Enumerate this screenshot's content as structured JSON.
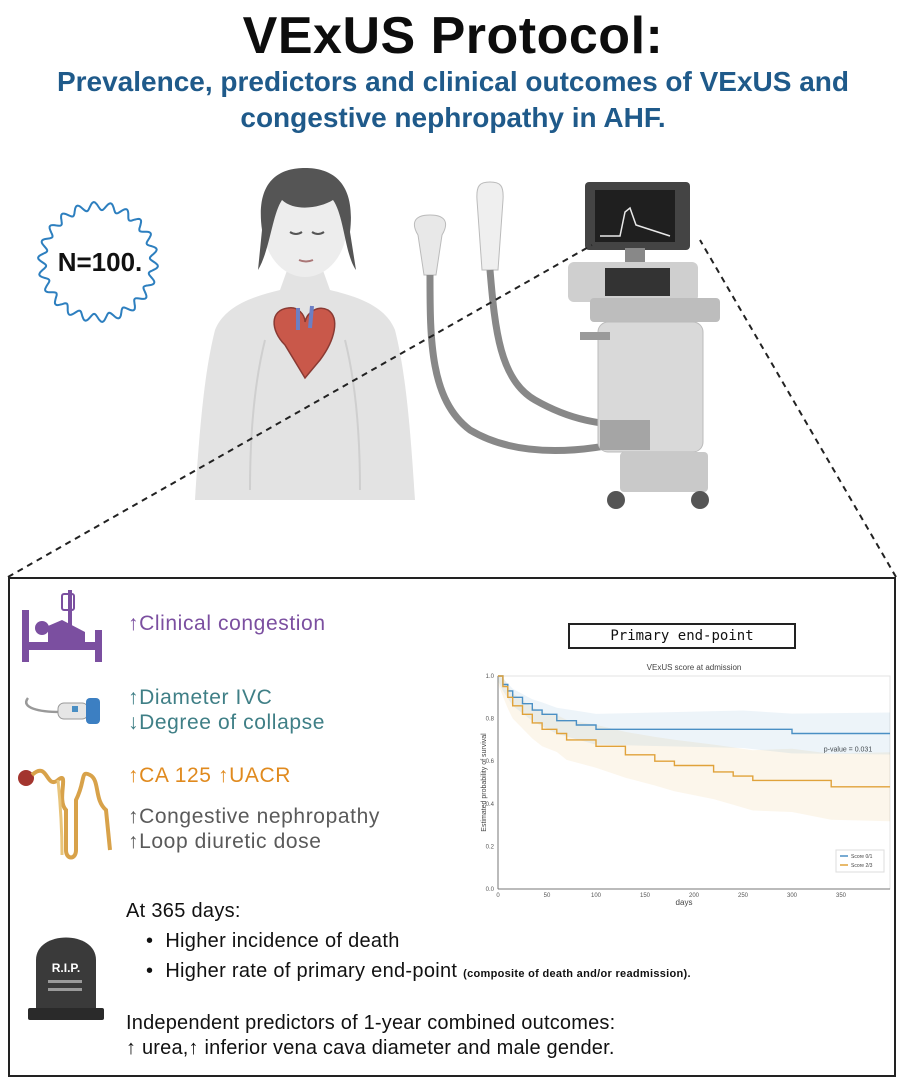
{
  "title": "VExUS Protocol:",
  "subtitle_line1": "Prevalence, predictors and clinical outcomes of VExUS and",
  "subtitle_line2": "congestive nephropathy in AHF.",
  "sample_size": "N=100.",
  "findings": {
    "clinical_congestion": "↑Clinical congestion",
    "diameter_ivc": "↑Diameter IVC",
    "degree_collapse": "↓Degree of collapse",
    "biomarkers": "↑CA 125 ↑UACR",
    "congestive_nephropathy": "↑Congestive nephropathy",
    "loop_diuretic": "↑Loop diuretic dose"
  },
  "outcomes": {
    "heading": "At 365 days:",
    "bullet1": "Higher incidence of death",
    "bullet2_main": "Higher rate of primary end-point ",
    "bullet2_note": "(composite of death and/or readmission).",
    "tombstone_text": "R.I.P."
  },
  "predictors": {
    "line1": "Independent predictors of 1-year combined outcomes:",
    "line2": "↑ urea,↑ inferior vena cava diameter and male gender."
  },
  "chart_label": "Primary end-point",
  "chart_data": {
    "type": "line",
    "title": "VExUS score at admission",
    "xlabel": "days",
    "ylabel": "Estimated probability of survival",
    "xlim": [
      0,
      400
    ],
    "ylim": [
      0.0,
      1.0
    ],
    "xticks": [
      0,
      50,
      100,
      150,
      200,
      250,
      300,
      350
    ],
    "yticks": [
      0.0,
      0.2,
      0.4,
      0.6,
      0.8,
      1.0
    ],
    "annotation": "p-value = 0.031",
    "legend_position": "bottom-right",
    "series": [
      {
        "name": "Score 0/1",
        "color": "#4a8fc4",
        "x": [
          0,
          5,
          10,
          15,
          25,
          35,
          45,
          60,
          80,
          100,
          150,
          200,
          250,
          300,
          400
        ],
        "y": [
          1.0,
          0.96,
          0.93,
          0.9,
          0.87,
          0.84,
          0.82,
          0.79,
          0.77,
          0.75,
          0.75,
          0.75,
          0.75,
          0.73,
          0.73
        ]
      },
      {
        "name": "Score 2/3",
        "color": "#e0a23a",
        "x": [
          0,
          5,
          10,
          15,
          25,
          35,
          45,
          60,
          70,
          100,
          130,
          160,
          180,
          220,
          240,
          260,
          300,
          340,
          400
        ],
        "y": [
          1.0,
          0.95,
          0.9,
          0.86,
          0.82,
          0.78,
          0.75,
          0.73,
          0.7,
          0.67,
          0.63,
          0.6,
          0.58,
          0.55,
          0.53,
          0.51,
          0.51,
          0.48,
          0.48
        ]
      }
    ]
  },
  "colors": {
    "subtitle": "#1f5a8a",
    "purple": "#7b4fa0",
    "teal": "#3f7f86",
    "orange": "#e08a1e",
    "score01": "#4a8fc4",
    "score23": "#e0a23a"
  },
  "icons": [
    "patient-bed-icon",
    "ultrasound-probe-icon",
    "kidney-nephron-icon",
    "tombstone-icon",
    "heart-icon",
    "ultrasound-machine-icon"
  ]
}
